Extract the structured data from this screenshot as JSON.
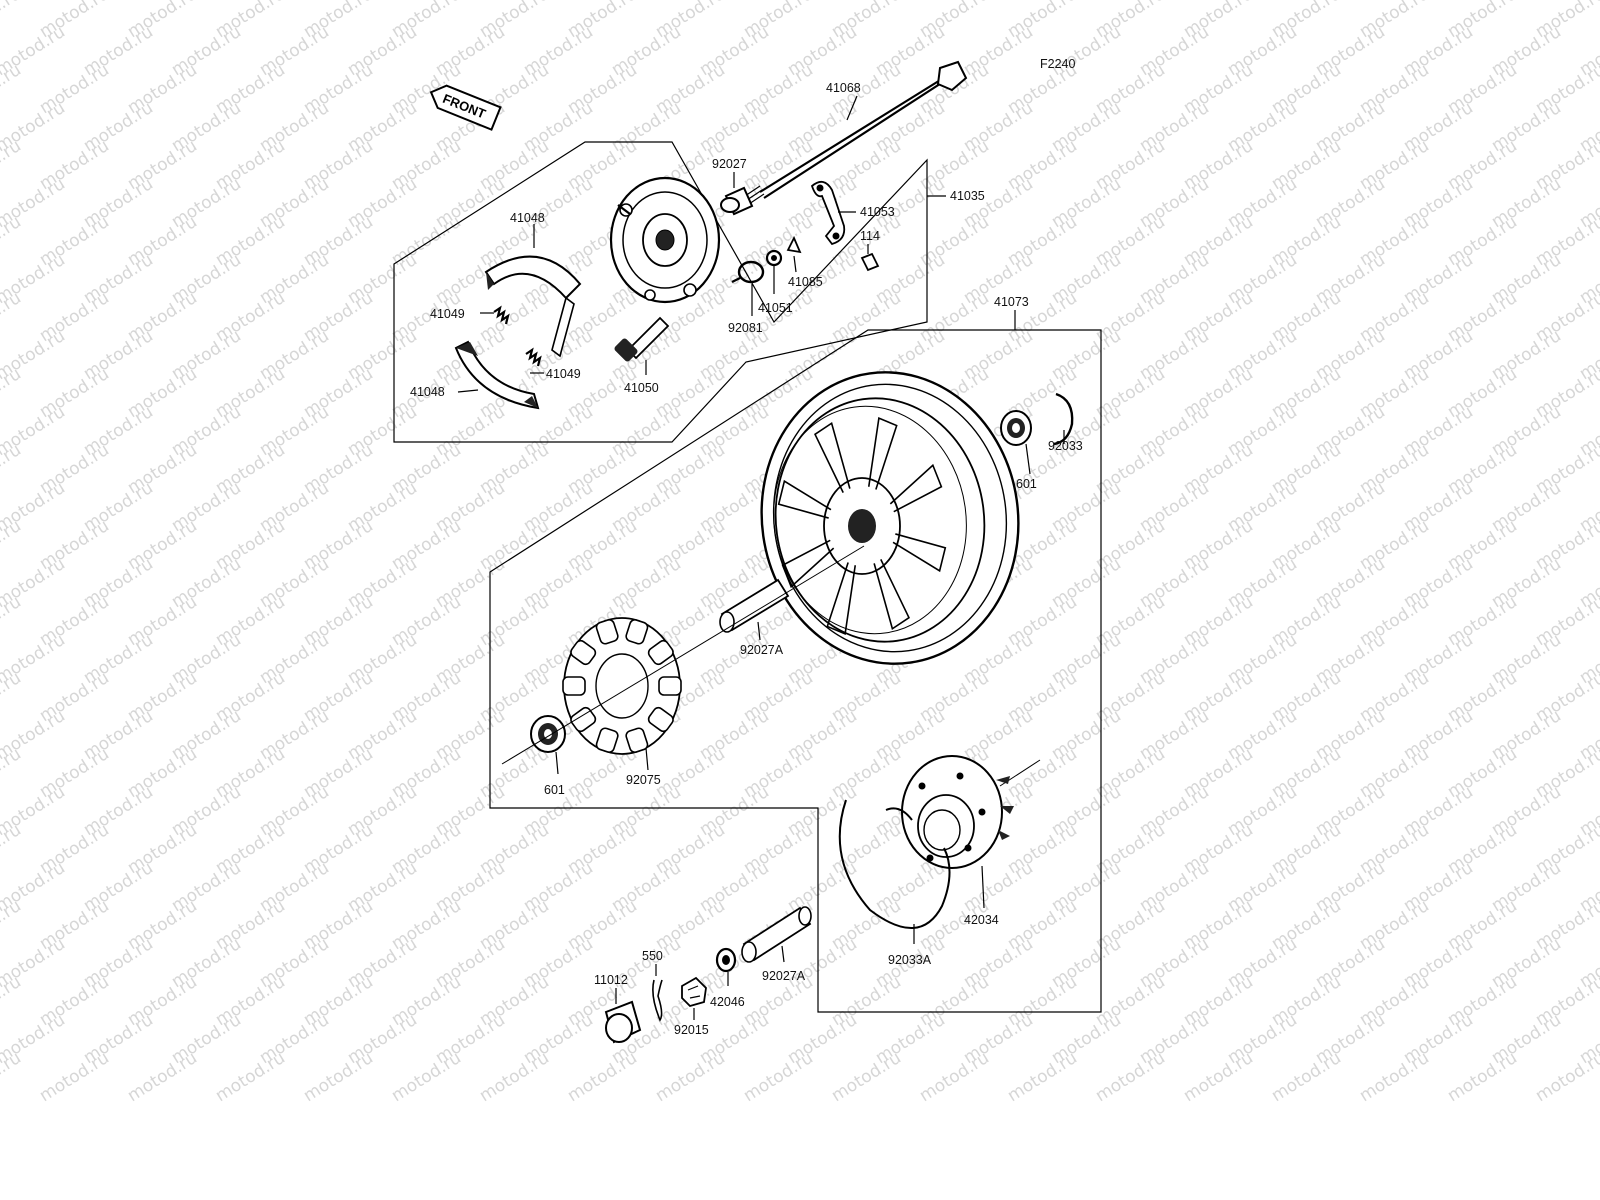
{
  "diagram": {
    "code": "F2240",
    "front_label": "FRONT",
    "watermark": "motod.ru",
    "parts": {
      "axle": "41068",
      "brake_panel_assy": "41035",
      "lever": "41053",
      "bolt_114": "114",
      "seal_41085": "41085",
      "spring_41051": "41051",
      "seal_92081": "92081",
      "cam": "41050",
      "collar_top": "92027",
      "shoe_upper": "41048",
      "shoe_lower": "41048",
      "spring_upper": "41049",
      "spring_lower": "41049",
      "wheel": "41073",
      "bearing_right": "601",
      "circlip_right": "92033",
      "collar_mid": "92027A",
      "damper": "92075",
      "bearing_left": "601",
      "hub_coupling": "42034",
      "circlip_big": "92033A",
      "collar_bottom": "92027A",
      "washer": "42046",
      "nut": "92015",
      "cotter_pin": "550",
      "cap": "11012"
    }
  }
}
